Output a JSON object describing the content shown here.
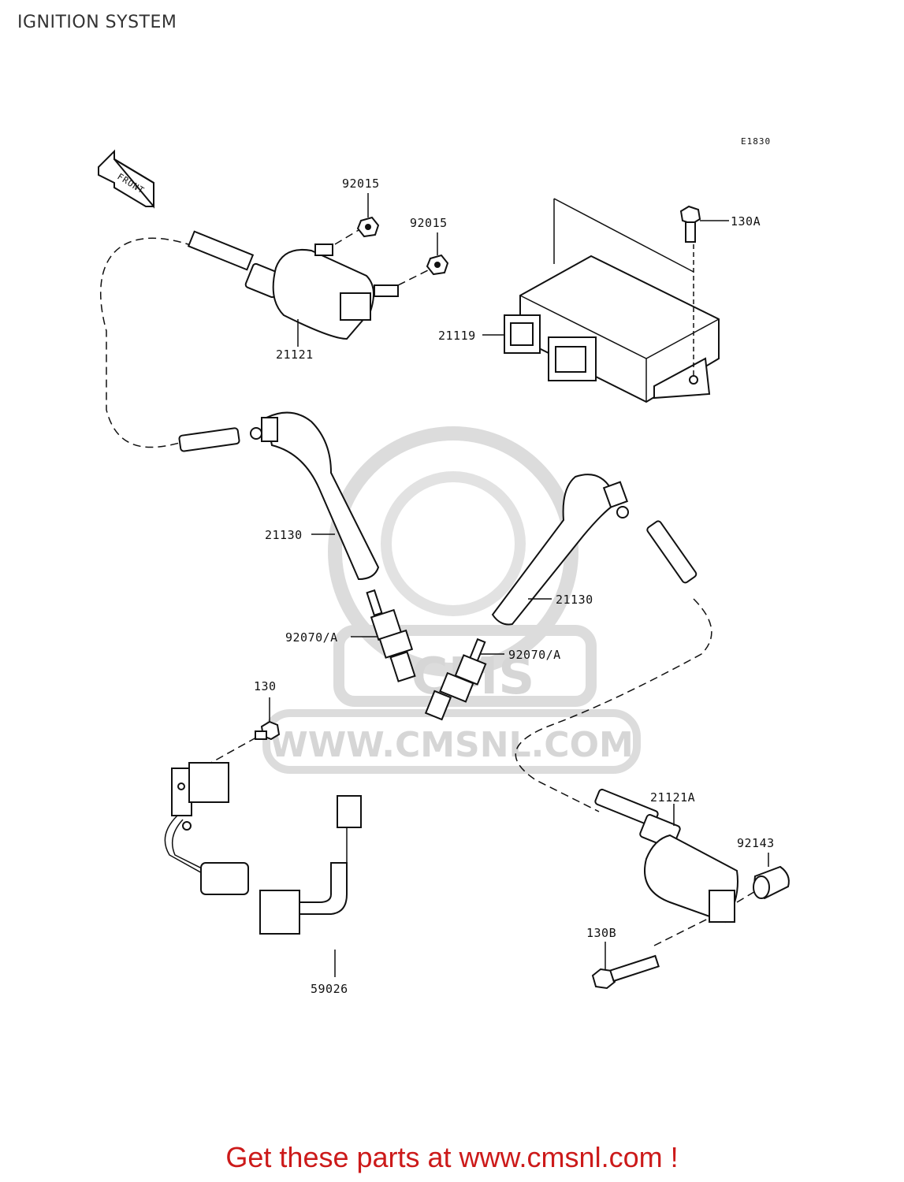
{
  "page": {
    "title": "IGNITION SYSTEM",
    "diagram_code": "E1830",
    "front_label": "FRONT"
  },
  "watermark": {
    "text": "WWW.CMSNL.COM",
    "logo_text": "CMS"
  },
  "parts": {
    "p92015a": "92015",
    "p92015b": "92015",
    "p130A": "130A",
    "p21121": "21121",
    "p21119": "21119",
    "p21130a": "21130",
    "p21130b": "21130",
    "p92070a": "92070/A",
    "p92070b": "92070/A",
    "p130": "130",
    "p21121A": "21121A",
    "p92143": "92143",
    "p130B": "130B",
    "p59026": "59026"
  },
  "footer": {
    "text": "Get these parts at www.cmsnl.com !"
  }
}
